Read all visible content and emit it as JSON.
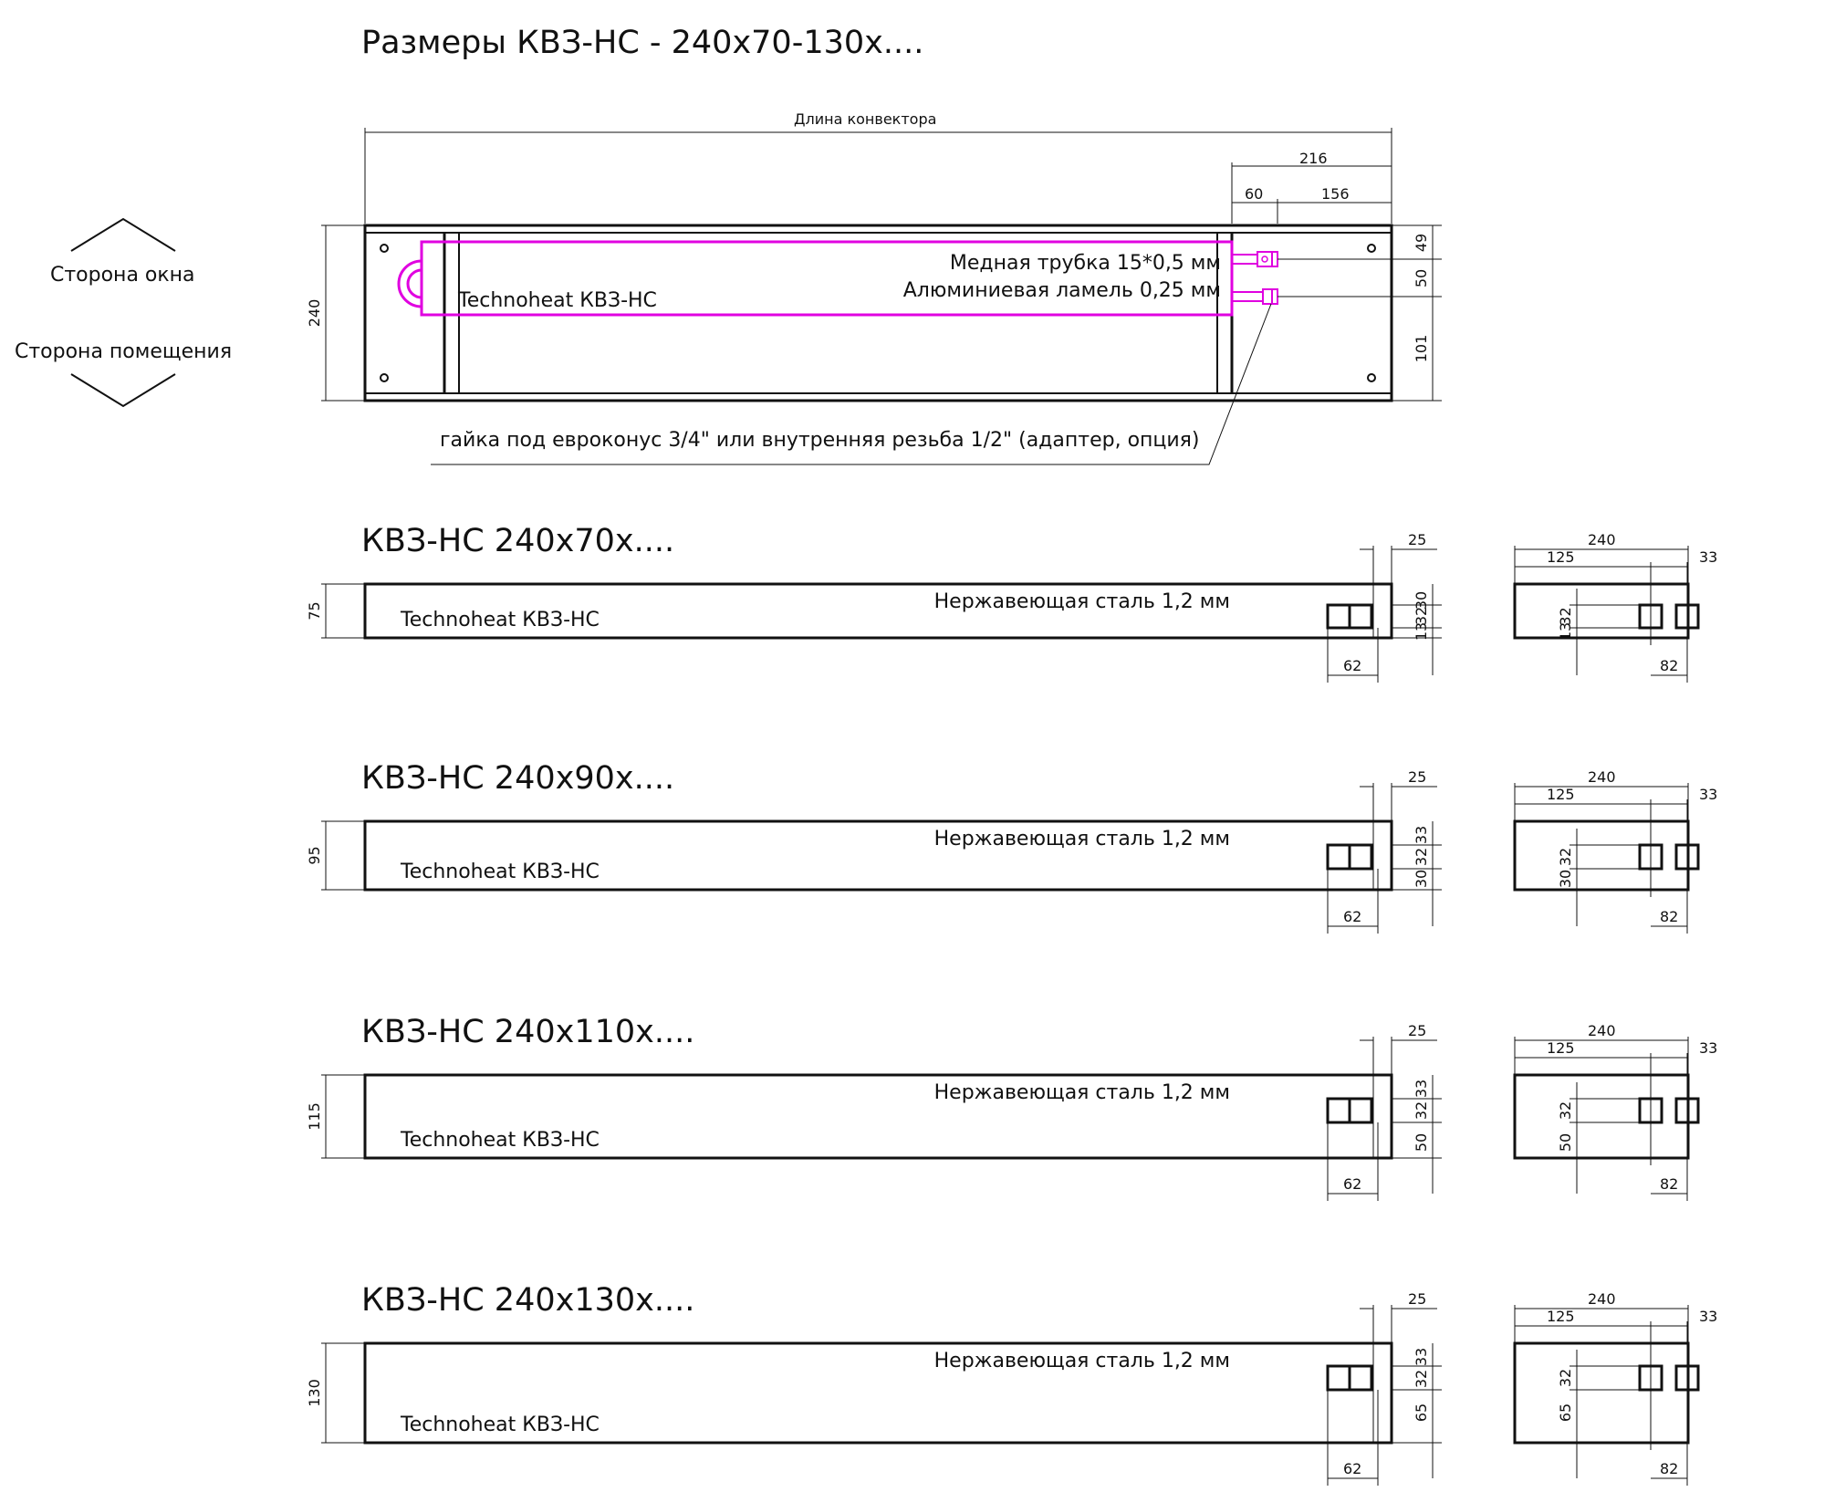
{
  "page_title": "Размеры КВЗ-НС - 240x70-130x....",
  "orientation": {
    "window_side": "Сторона окна",
    "room_side": "Сторона помещения"
  },
  "plan_view": {
    "length_label": "Длина конвектора",
    "brand_label": "Technoheat КВЗ-НС",
    "copper_label": "Медная трубка 15*0,5 мм",
    "aluminium_label": "Алюминиевая ламель 0,25 мм",
    "nut_note": "гайка под евроконус 3/4\" или внутренняя резьба 1/2\" (адаптер, опция)",
    "dims": {
      "offset_total": "216",
      "offset_a": "60",
      "offset_b": "156",
      "width": "240",
      "right_1": "49",
      "right_2": "50",
      "right_3": "101"
    }
  },
  "colors": {
    "line": "#111111",
    "heat_exchanger": "#e000e0"
  },
  "sections": [
    {
      "title": "КВЗ-НС 240x70x....",
      "steel_label": "Нержавеющая сталь 1,2 мм",
      "brand_label": "Technoheat КВЗ-НС",
      "height": "75",
      "top_offset": "25",
      "stack": [
        "30",
        "32",
        "13"
      ],
      "pipe_spacing": "62",
      "end_width": "240",
      "end_left": "125",
      "end_right": "33",
      "end_pipe": "32",
      "end_bottom": "13",
      "end_spacing": "82"
    },
    {
      "title": "КВЗ-НС 240x90x....",
      "steel_label": "Нержавеющая сталь 1,2 мм",
      "brand_label": "Technoheat КВЗ-НС",
      "height": "95",
      "top_offset": "25",
      "stack": [
        "33",
        "32",
        "30"
      ],
      "pipe_spacing": "62",
      "end_width": "240",
      "end_left": "125",
      "end_right": "33",
      "end_pipe": "32",
      "end_bottom": "30",
      "end_spacing": "82"
    },
    {
      "title": "КВЗ-НС 240x110x....",
      "steel_label": "Нержавеющая сталь 1,2 мм",
      "brand_label": "Technoheat КВЗ-НС",
      "height": "115",
      "top_offset": "25",
      "stack": [
        "33",
        "32",
        "50"
      ],
      "pipe_spacing": "62",
      "end_width": "240",
      "end_left": "125",
      "end_right": "33",
      "end_pipe": "32",
      "end_bottom": "50",
      "end_spacing": "82"
    },
    {
      "title": "КВЗ-НС 240x130x....",
      "steel_label": "Нержавеющая сталь 1,2 мм",
      "brand_label": "Technoheat КВЗ-НС",
      "height": "130",
      "top_offset": "25",
      "stack": [
        "33",
        "32",
        "65"
      ],
      "pipe_spacing": "62",
      "end_width": "240",
      "end_left": "125",
      "end_right": "33",
      "end_pipe": "32",
      "end_bottom": "65",
      "end_spacing": "82"
    }
  ]
}
